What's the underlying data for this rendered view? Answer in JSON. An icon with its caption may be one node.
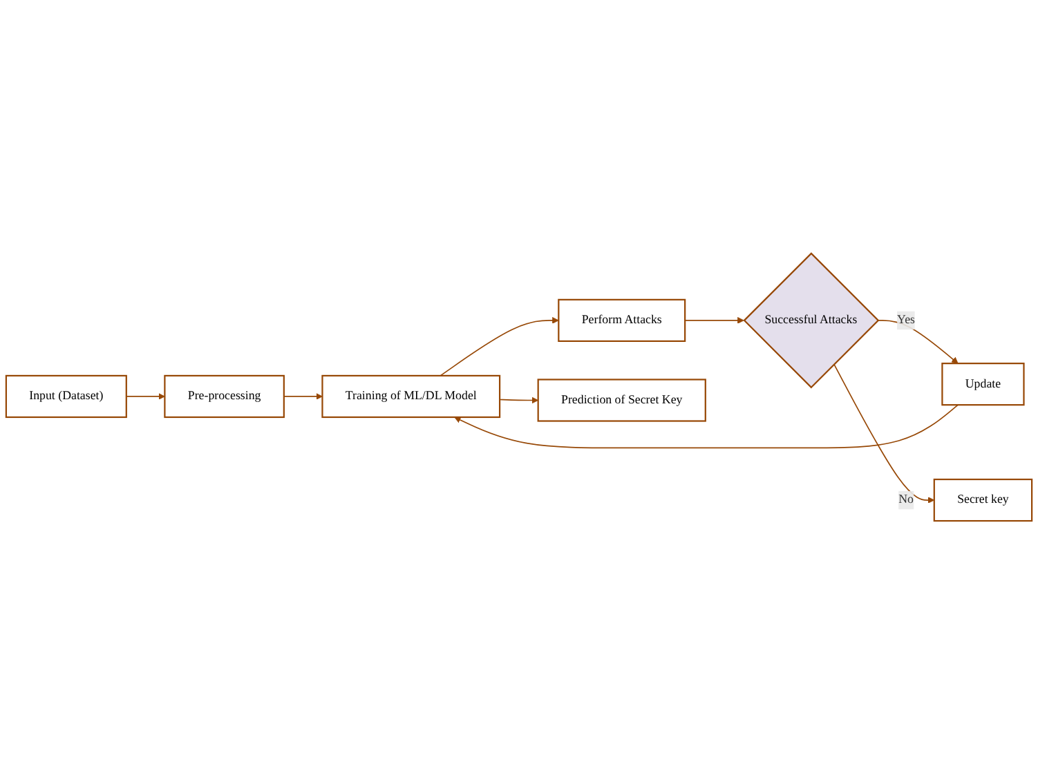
{
  "diagram": {
    "nodes": [
      {
        "text": [
          "Input (Dataset)"
        ]
      },
      {
        "text": [
          "Pre-processing"
        ]
      },
      {
        "text": [
          "Secret key"
        ]
      },
      {
        "text": [
          "Training of ML/DL Model"
        ]
      },
      {
        "text": [
          "Update"
        ]
      },
      {
        "text": [
          "Perform Attacks"
        ]
      },
      {
        "text": [
          "Successful Attacks"
        ]
      },
      {
        "text": [
          "Prediction of Secret Key"
        ]
      }
    ],
    "edges": [
      {
        "from": 0,
        "to": 1,
        "arrow": "to"
      },
      {
        "from": 1,
        "to": 3,
        "arrow": "to"
      },
      {
        "from": 3,
        "to": 5,
        "arrow": "to"
      },
      {
        "from": 5,
        "to": 6,
        "arrow": "to"
      },
      {
        "from": 6,
        "to": 4,
        "label": "Yes",
        "arrow": "to"
      },
      {
        "from": 6,
        "to": 2,
        "label": "No",
        "arrow": "to"
      },
      {
        "from": 4,
        "to": 3,
        "arrow": "to"
      },
      {
        "from": 3,
        "to": 7,
        "arrow": "to"
      }
    ]
  }
}
